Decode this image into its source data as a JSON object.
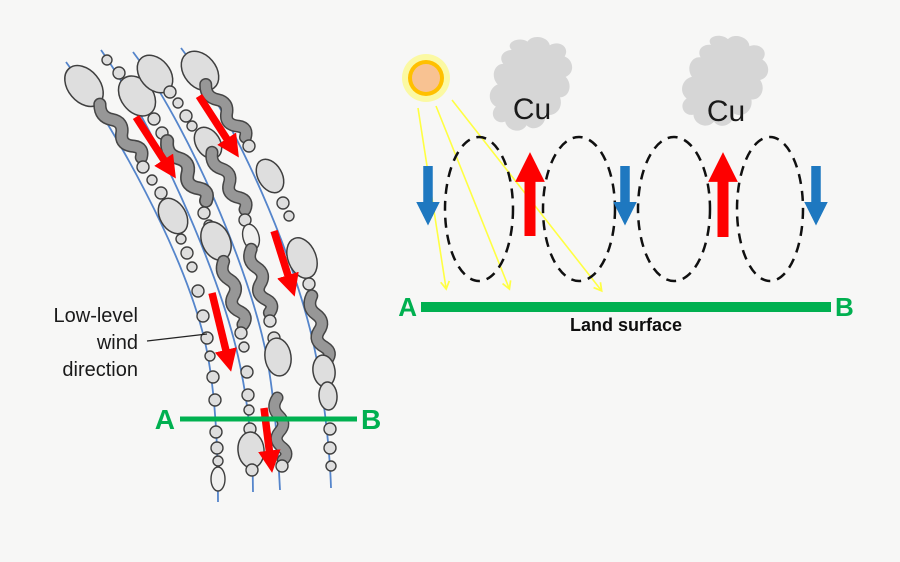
{
  "colors": {
    "background": "#f7f7f6",
    "green": "#00b050",
    "red": "#fe0000",
    "blue_arrow": "#1e78c0",
    "yellow": "#ffff42",
    "sun_halo": "#fbf9a3",
    "sun_ring": "#ffc000",
    "sun_core": "#f8c292",
    "cloud_gray": "#d6d6d6",
    "squiggle_gray": "#979797",
    "shape_fill": "#dedede",
    "shape_stroke": "#3f3f3f",
    "street_blue": "#5585cb",
    "text_dark": "#1a1a1a"
  },
  "left_panel": {
    "wind_label": {
      "line1": "Low-level",
      "line2": "wind",
      "line3": "direction"
    },
    "cross_section": {
      "a": "A",
      "b": "B"
    }
  },
  "right_panel": {
    "cloud_labels": [
      "Cu",
      "Cu"
    ],
    "cross_section": {
      "a": "A",
      "b": "B"
    },
    "surface_label": "Land surface"
  }
}
